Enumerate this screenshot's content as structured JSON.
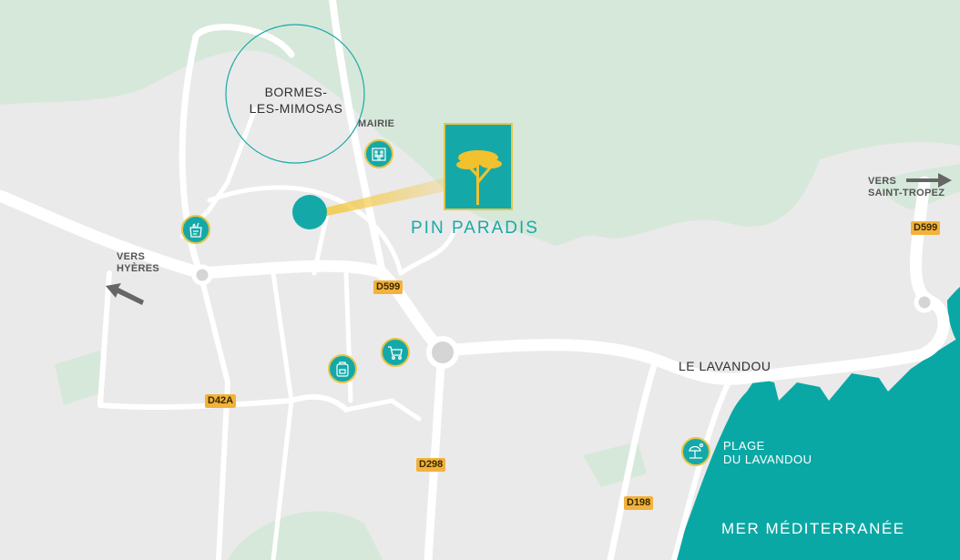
{
  "brand": {
    "name": "PIN PARADIS",
    "accent": "#1aa9a6",
    "gold": "#e8c54a"
  },
  "colors": {
    "land": "#eaeaea",
    "forest": "#d3e6d8",
    "road": "#ffffff",
    "sea": "#0aa8a5",
    "road_badge": "#f2b23c"
  },
  "places": {
    "bormes": "BORMES-\nLES-MIMOSAS",
    "mairie": "MAIRIE",
    "lavandou": "LE LAVANDOU",
    "plage": "PLAGE\nDU LAVANDOU",
    "sea": "MER MÉDITERRANÉE"
  },
  "directions": {
    "hyeres": "VERS\nHYÈRES",
    "st_tropez": "VERS\nSAINT-TROPEZ"
  },
  "roads": [
    "D599",
    "D599",
    "D42A",
    "D298",
    "D198"
  ],
  "pois": [
    {
      "name": "town-hall",
      "icon": "building-icon"
    },
    {
      "name": "grocery",
      "icon": "grocery-bag-icon"
    },
    {
      "name": "shopping",
      "icon": "shopping-cart-icon"
    },
    {
      "name": "school",
      "icon": "backpack-icon"
    },
    {
      "name": "beach",
      "icon": "beach-umbrella-icon"
    }
  ]
}
